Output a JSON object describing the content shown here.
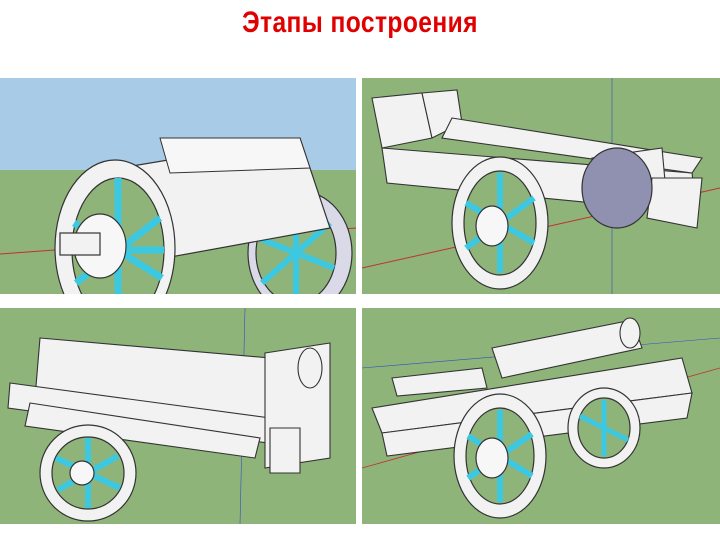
{
  "slide": {
    "title": "Этапы построения",
    "title_color": "#e00000"
  },
  "panels": [
    {
      "name": "stage-1-wheels-and-barrel",
      "icon": "cannon-wheels-icon"
    },
    {
      "name": "stage-2-carriage-frame",
      "icon": "cannon-frame-icon"
    },
    {
      "name": "stage-3-top-view",
      "icon": "cannon-top-view-icon"
    },
    {
      "name": "stage-4-assembled-cannon",
      "icon": "cannon-assembled-icon"
    }
  ],
  "colors": {
    "sky": "#a8cbe8",
    "grass": "#8fb47a",
    "spoke": "#3cc8e0",
    "model": "#f2f2f2",
    "edge": "#333333"
  }
}
